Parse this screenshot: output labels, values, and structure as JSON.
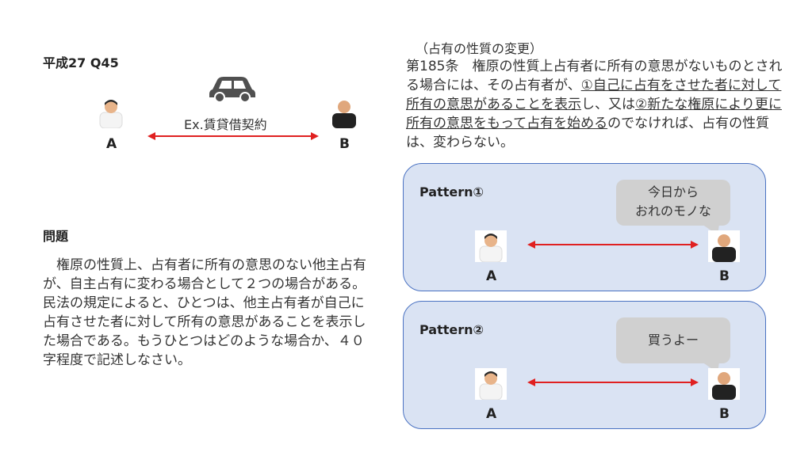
{
  "title": "平成27 Q45",
  "contract": "Ex.賃貸借契約",
  "label_a": "A",
  "label_b": "B",
  "question_heading": "問題",
  "question_text": "権原の性質上、占有者に所有の意思のない他主占有が、自主占有に変わる場合として２つの場合がある。民法の規定によると、ひとつは、他主占有者が自己に占有させた者に対して所有の意思があることを表示した場合である。もうひとつはどのような場合か、４０字程度で記述しなさい。",
  "article": {
    "heading": "（占有の性質の変更）",
    "part1": "第185条　権原の性質上占有者に所有の意思がないものとされる場合には、その占有者が、",
    "part2": "①自己に占有をさせた者に対して所有の意思があることを表示",
    "part3": "し、又は",
    "part4": "②新たな権原により更に所有の意思をもって占有を始める",
    "part5": "のでなければ、占有の性質は、変わらない。"
  },
  "pattern1": {
    "title": "Pattern①",
    "bubble_line1": "今日から",
    "bubble_line2": "おれのモノな"
  },
  "pattern2": {
    "title": "Pattern②",
    "bubble": "買うよー"
  },
  "colors": {
    "arrow": "#e02020",
    "panel_fill": "#dae3f3",
    "panel_border": "#4a72c2",
    "bubble": "#d0d0d0"
  },
  "icons": [
    "car-icon",
    "person-a-icon",
    "person-b-icon",
    "double-arrow"
  ]
}
